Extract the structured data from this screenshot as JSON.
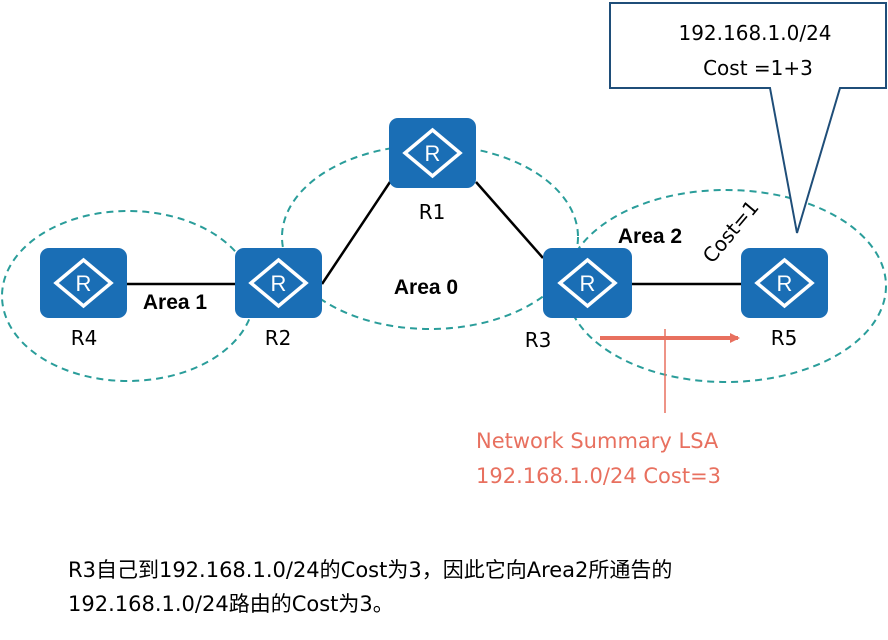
{
  "colors": {
    "router_fill": "#1a6eb5",
    "area_border": "#2a9d9a",
    "lsa_red": "#e8705f",
    "link": "#000000"
  },
  "routers": [
    {
      "id": "R1",
      "label": "R1"
    },
    {
      "id": "R2",
      "label": "R2"
    },
    {
      "id": "R3",
      "label": "R3"
    },
    {
      "id": "R4",
      "label": "R4"
    },
    {
      "id": "R5",
      "label": "R5"
    }
  ],
  "router_icon_glyph": "R",
  "areas": {
    "area0": "Area 0",
    "area1": "Area 1",
    "area2": "Area 2"
  },
  "link_cost": "Cost=1",
  "callout": {
    "line1": "192.168.1.0/24",
    "line2": "Cost =1+3"
  },
  "lsa": {
    "line1": "Network Summary LSA",
    "line2": "192.168.1.0/24  Cost=3"
  },
  "caption": {
    "line1": "R3自己到192.168.1.0/24的Cost为3，因此它向Area2所通告的",
    "line2": "192.168.1.0/24路由的Cost为3。"
  }
}
